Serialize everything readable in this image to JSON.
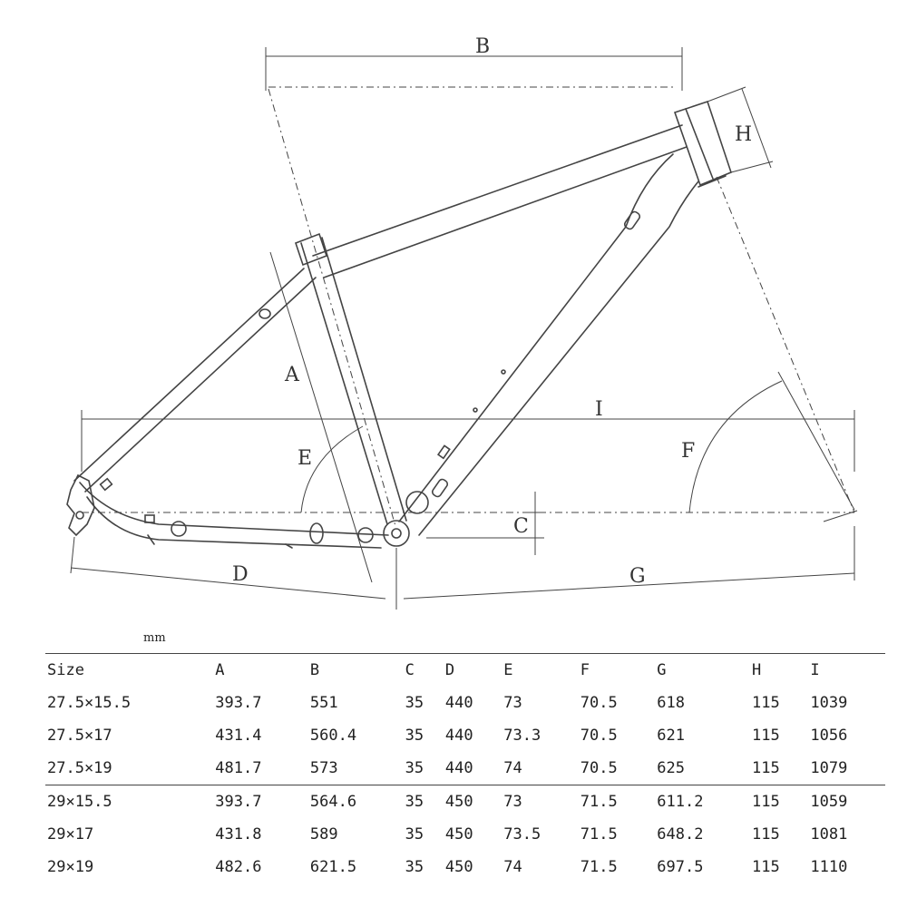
{
  "diagram": {
    "labels": {
      "A": "A",
      "B": "B",
      "C": "C",
      "D": "D",
      "E": "E",
      "F": "F",
      "G": "G",
      "H": "H",
      "I": "I"
    }
  },
  "unit": "mm",
  "table": {
    "headers": [
      "Size",
      "A",
      "B",
      "C",
      "D",
      "E",
      "F",
      "G",
      "H",
      "I"
    ],
    "rows": [
      [
        "27.5×15.5",
        "393.7",
        "551",
        "35",
        "440",
        "73",
        "70.5",
        "618",
        "115",
        "1039"
      ],
      [
        "27.5×17",
        "431.4",
        "560.4",
        "35",
        "440",
        "73.3",
        "70.5",
        "621",
        "115",
        "1056"
      ],
      [
        "27.5×19",
        "481.7",
        "573",
        "35",
        "440",
        "74",
        "70.5",
        "625",
        "115",
        "1079"
      ],
      [
        "29×15.5",
        "393.7",
        "564.6",
        "35",
        "450",
        "73",
        "71.5",
        "611.2",
        "115",
        "1059"
      ],
      [
        "29×17",
        "431.8",
        "589",
        "35",
        "450",
        "73.5",
        "71.5",
        "648.2",
        "115",
        "1081"
      ],
      [
        "29×19",
        "482.6",
        "621.5",
        "35",
        "450",
        "74",
        "71.5",
        "697.5",
        "115",
        "1110"
      ]
    ]
  }
}
